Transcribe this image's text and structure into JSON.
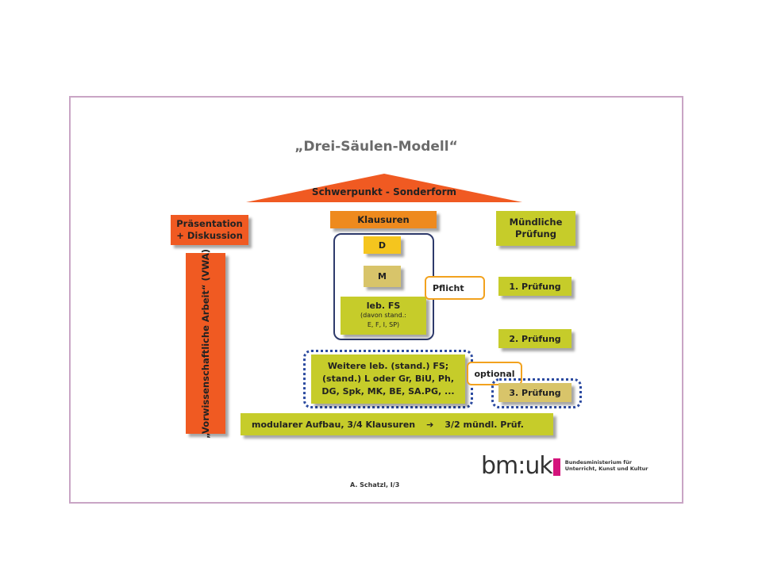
{
  "diagram": {
    "title": "„Drei-Säulen-Modell“",
    "roof_label": "Schwerpunkt - Sonderform",
    "left_top": {
      "line1": "Präsentation",
      "line2": "+ Diskussion"
    },
    "left_vertical": "„Vorwissenschaftliche Arbeit“ (VWA)",
    "klausuren": "Klausuren",
    "subj_d": "D",
    "subj_m": "M",
    "subj_lebfs": {
      "line1": "leb. FS",
      "line2": "(davon stand.:",
      "line3": "E, F, I, SP)"
    },
    "pflicht": "Pflicht",
    "optional": "optional",
    "weitere": {
      "line1": "Weitere leb. (stand.) FS;",
      "line2": "(stand.) L oder Gr, BiU, Ph,",
      "line3": "DG, Spk, MK, BE, SA.PG, ..."
    },
    "muendlich": {
      "line1": "Mündliche",
      "line2": "Prüfung"
    },
    "pruefung1": "1. Prüfung",
    "pruefung2": "2. Prüfung",
    "pruefung3": "3. Prüfung",
    "bottom_bar": {
      "left": "modularer Aufbau, 3/4 Klausuren",
      "arrow": "➔",
      "right": "3/2 mündl. Prüf."
    },
    "author": "A. Schatzl, I/3",
    "logo": {
      "text": "bm:uk",
      "line1": "Bundesministerium für",
      "line2": "Unterricht, Kunst und Kultur"
    }
  },
  "colors": {
    "orange_red": "#f05a22",
    "orange": "#ee8a1e",
    "olive": "#c6cc2a",
    "yellow": "#f5c51e",
    "khaki": "#d8c46a",
    "navy": "#2e3a6b",
    "blue_dotted": "#2b4aa0"
  }
}
